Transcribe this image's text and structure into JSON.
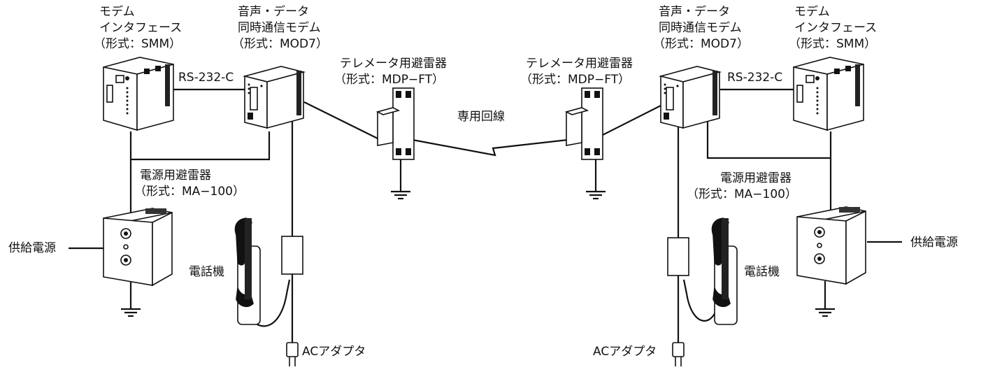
{
  "left": {
    "modem_interface": {
      "line1": "モデム",
      "line2": "インタフェース",
      "line3": "（形式：SMM）"
    },
    "voice_modem": {
      "line1": "音声・データ",
      "line2": "同時通信モデム",
      "line3": "（形式：MOD7）"
    },
    "rs232": "RS-232-C",
    "telemeter_arrester": {
      "line1": "テレメータ用避雷器",
      "line2": "（形式：MDP−FT）"
    },
    "power_arrester": {
      "line1": "電源用避雷器",
      "line2": "（形式：MA−100）"
    },
    "power_supply": "供給電源",
    "telephone": "電話機",
    "ac_adapter": "ACアダプタ"
  },
  "center": {
    "dedicated_line": "専用回線"
  },
  "right": {
    "telemeter_arrester": {
      "line1": "テレメータ用避雷器",
      "line2": "（形式：MDP−FT）"
    },
    "voice_modem": {
      "line1": "音声・データ",
      "line2": "同時通信モデム",
      "line3": "（形式：MOD7）"
    },
    "modem_interface": {
      "line1": "モデム",
      "line2": "インタフェース",
      "line3": "（形式：SMM）"
    },
    "rs232": "RS-232-C",
    "power_arrester": {
      "line1": "電源用避雷器",
      "line2": "（形式：MA−100）"
    },
    "power_supply": "供給電源",
    "telephone": "電話機",
    "ac_adapter": "ACアダプタ"
  }
}
